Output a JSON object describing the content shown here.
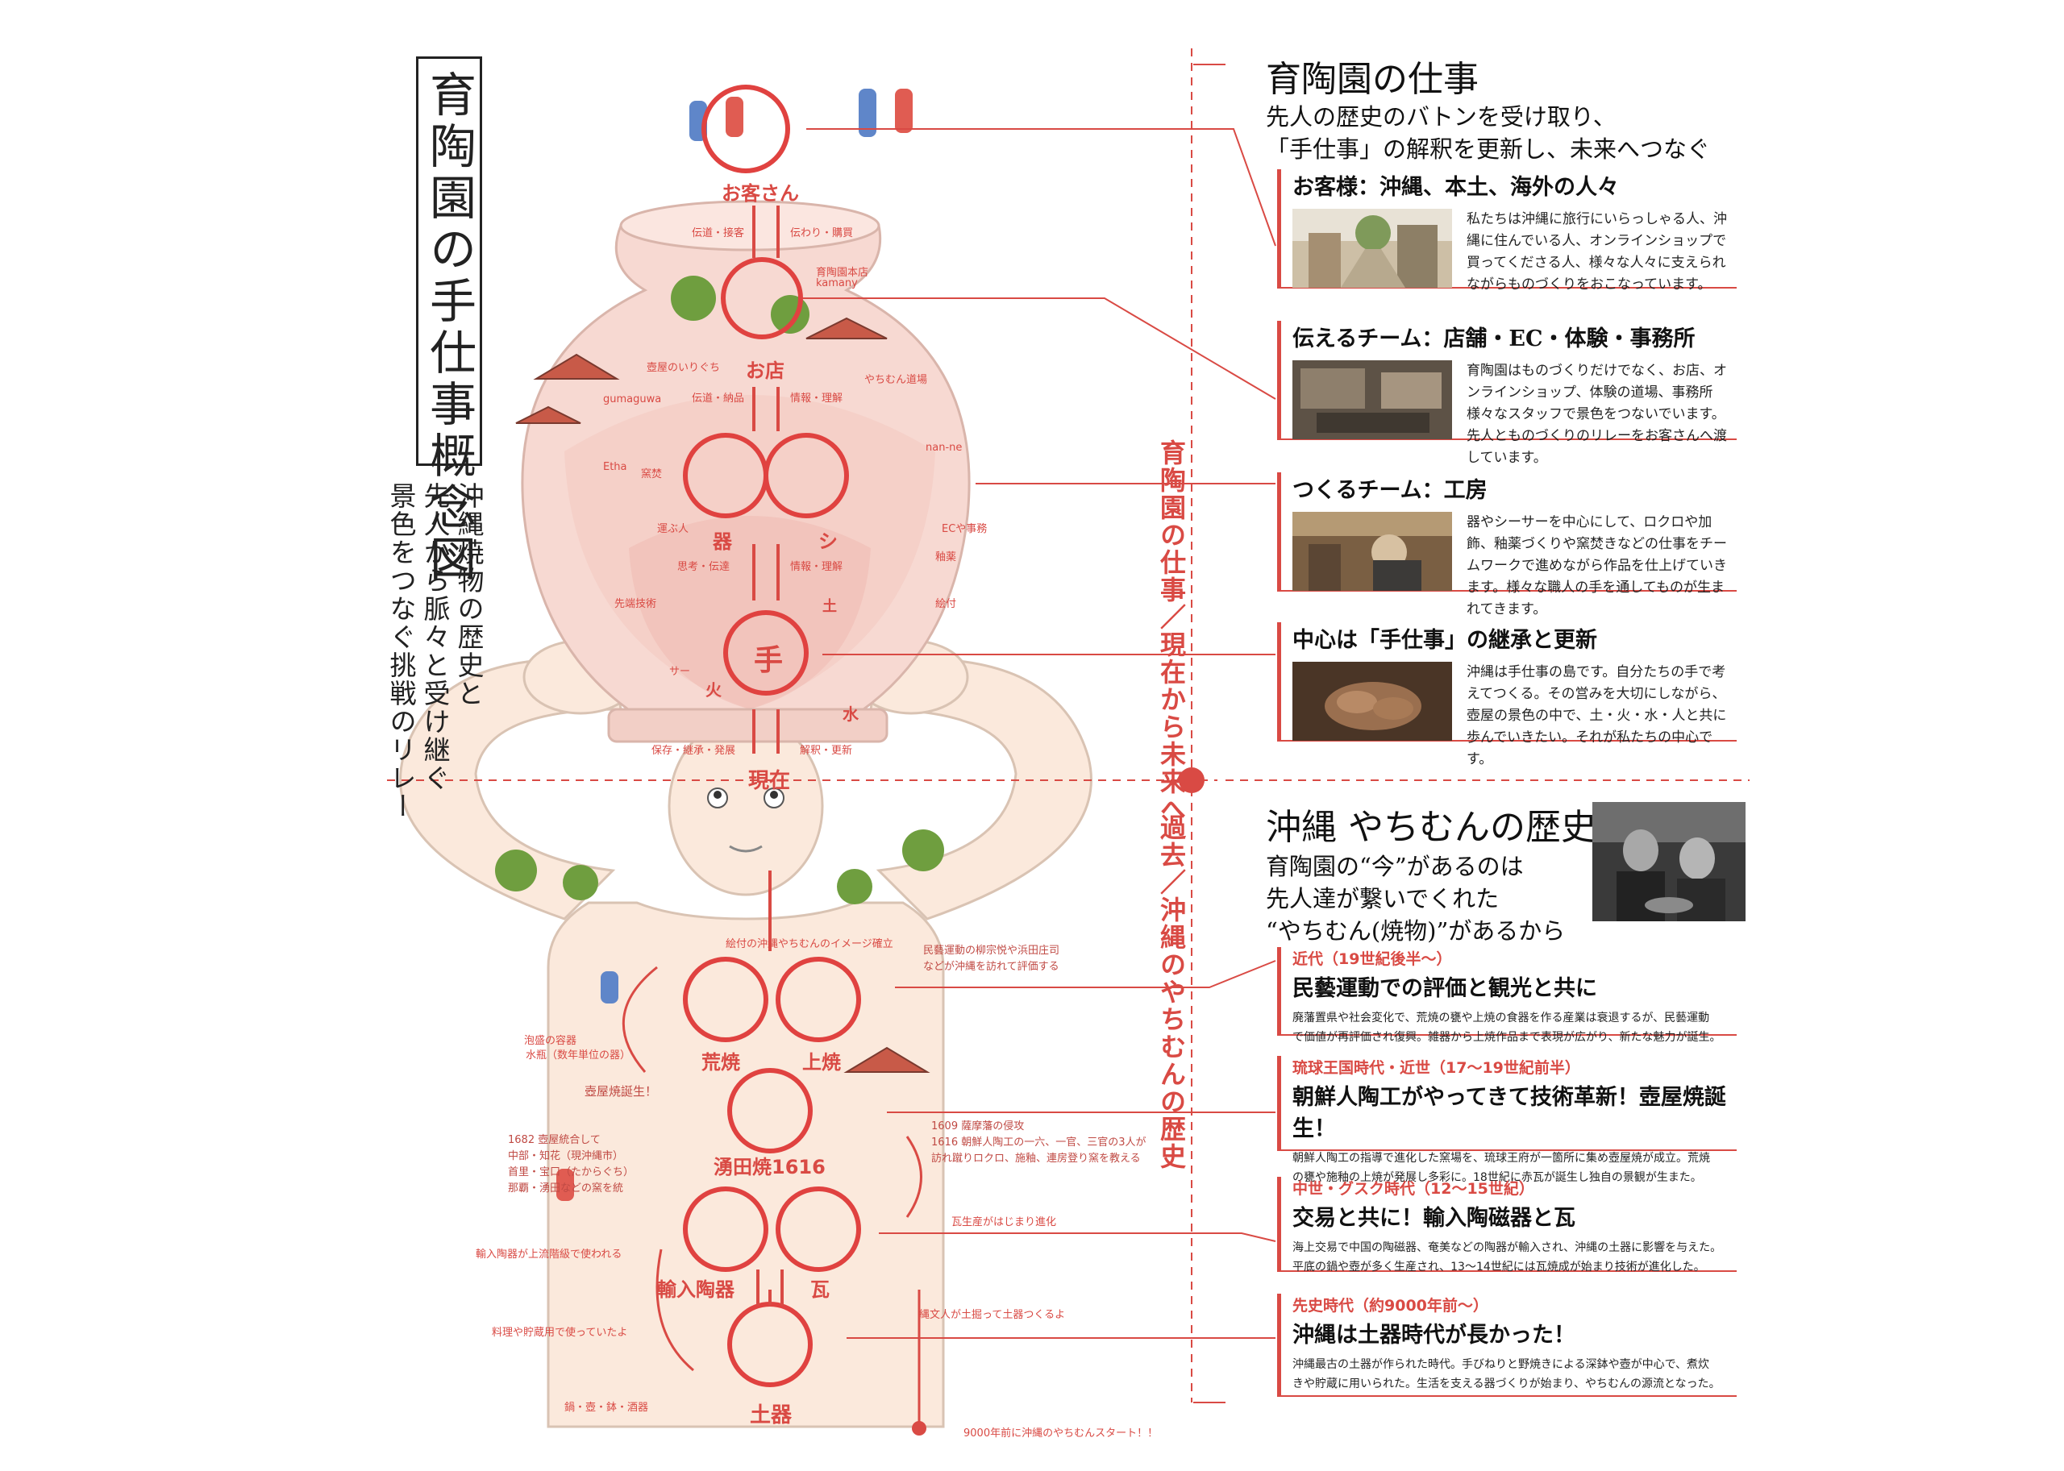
{
  "title": "育陶園の手仕事概念図",
  "subtitle_lines": [
    "沖縄焼物の歴史と",
    "先人から脈々と受け継ぐ",
    "景色をつなぐ挑戦のリレー"
  ],
  "vertical_upper": "育陶園の仕事／現在から未来へ",
  "vertical_lower": "過去／沖縄のやちむんの歴史",
  "work": {
    "heading": "育陶園の仕事",
    "lead": [
      "先人の歴史のバトンを受け取り、",
      "「手仕事」の解釈を更新し、未来へつなぐ"
    ],
    "cards": [
      {
        "title": "お客様：沖縄、本土、海外の人々",
        "text": "私たちは沖縄に旅行にいらっしゃる人、沖縄に住んでいる人、オンラインショップで買ってくださる人、様々な人々に支えられながらものづくりをおこなっています。"
      },
      {
        "title": "伝えるチーム：店舗・EC・体験・事務所",
        "text": "育陶園はものづくりだけでなく、お店、オンラインショップ、体験の道場、事務所様々なスタッフで景色をつないでいます。先人とものづくりのリレーをお客さんへ渡しています。"
      },
      {
        "title": "つくるチーム：工房",
        "text": "器やシーサーを中心にして、ロクロや加飾、釉薬づくりや窯焚きなどの仕事をチームワークで進めながら作品を仕上げていきます。様々な職人の手を通してものが生まれてきます。"
      },
      {
        "title": "中心は「手仕事」の継承と更新",
        "text": "沖縄は手仕事の島です。自分たちの手で考えてつくる。その営みを大切にしながら、壺屋の景色の中で、土・火・水・人と共に歩んでいきたい。それが私たちの中心です。"
      }
    ]
  },
  "history": {
    "heading": "沖縄 やちむんの歴史",
    "lead": [
      "育陶園の“今”があるのは",
      "先人達が繋いでくれた",
      "“やちむん(焼物)”があるから"
    ],
    "cards": [
      {
        "era": "近代（19世紀後半〜）",
        "title": "民藝運動での評価と観光と共に",
        "text": [
          "廃藩置県や社会変化で、荒焼の甕や上焼の食器を作る産業は衰退するが、民藝運動",
          "で価値が再評価され復興。雑器から上焼作品まで表現が広がり、新たな魅力が誕生。"
        ]
      },
      {
        "era": "琉球王国時代・近世（17〜19世紀前半）",
        "title": "朝鮮人陶工がやってきて技術革新！壺屋焼誕生！",
        "text": [
          "朝鮮人陶工の指導で進化した窯場を、琉球王府が一箇所に集め壺屋焼が成立。荒焼",
          "の甕や施釉の上焼が発展し多彩に。18世紀に赤瓦が誕生し独自の景観が生また。"
        ]
      },
      {
        "era": "中世・グスク時代（12〜15世紀）",
        "title": "交易と共に！輸入陶磁器と瓦",
        "text": [
          "海上交易で中国の陶磁器、奄美などの陶器が輸入され、沖縄の土器に影響を与えた。",
          "平底の鍋や壺が多く生産され、13〜14世紀には瓦焼成が始まり技術が進化した。"
        ]
      },
      {
        "era": "先史時代（約9000年前〜）",
        "title": "沖縄は土器時代が長かった！",
        "text": [
          "沖縄最古の土器が作られた時代。手びねりと野焼きによる深鉢や壺が中心で、煮炊",
          "きや貯蔵に用いられた。生活を支える器づくりが始まり、やちむんの源流となった。"
        ]
      }
    ]
  },
  "nodes": {
    "customer": "お客さん",
    "shop": "お店",
    "vessel": "器",
    "shisa": "シ",
    "hand": "手",
    "now": "現在",
    "arayachi": "荒焼",
    "joyachi": "上焼",
    "wakuta": "湧田焼1616",
    "imported": "輸入陶器",
    "tile": "瓦",
    "doki": "土器",
    "fire": "火",
    "water": "水",
    "earth": "土"
  },
  "small_labels": {
    "cust_shop": "伝道・接客",
    "shop_cust": "伝わり・購買",
    "shop_name": "育陶園本店",
    "kamany": "kamany",
    "shop_left": "伝道・納品",
    "shop_right": "情報・理解",
    "iriguchi": "壺屋のいりぐち",
    "dojo": "やちむん道場",
    "gumaguwa": "gumaguwa",
    "etha": "Etha",
    "nanine": "nan-ne",
    "kiln": "窯焚",
    "hakobu": "運ぶ人",
    "ec": "ECや事務",
    "workflow_l": "思考・伝達",
    "workflow_r": "情報・理解",
    "tech": "先端技術",
    "sa": "サー",
    "kaishaku": "解釈・更新",
    "hozon": "保存・継承・発展",
    "ka1": "釉薬",
    "ka2": "絵付",
    "yachimun_image": "絵付の沖縄やちむんのイメージ確立",
    "mingei": "民藝運動の柳宗悦や浜田庄司",
    "mingei2": "などが沖縄を訪れて評価する",
    "awamori": "泡盛の容器",
    "suikame": "水瓶（数年単位の器）",
    "tsuboya": "壺屋焼誕生！",
    "t1609": "1609 薩摩藩の侵攻",
    "t1616": "1616 朝鮮人陶工の一六、一官、三官の3人が",
    "t1616b": "訪れ蹴りロクロ、施釉、連房登り窯を教える",
    "t1682": "1682 壺屋統合して",
    "t1682b": "中部・知花（現沖縄市）",
    "t1682c": "首里・宝口（たからぐち）",
    "t1682d": "那覇・湧田などの窯を統",
    "kawara": "瓦生産がはじまり進化",
    "import": "輸入陶器が上流階級で使われる",
    "jomon": "縄文人が土掘って土器つくるよ",
    "ryouri": "料理や貯蔵用で使っていたよ",
    "nabe": "鍋・壺・鉢・酒器",
    "start": "9000年前に沖縄のやちむんスタート！！"
  },
  "colors": {
    "accent": "#d94a44",
    "jar": "#f7d9d2",
    "body": "#fbe9dc",
    "ink": "#222222"
  }
}
